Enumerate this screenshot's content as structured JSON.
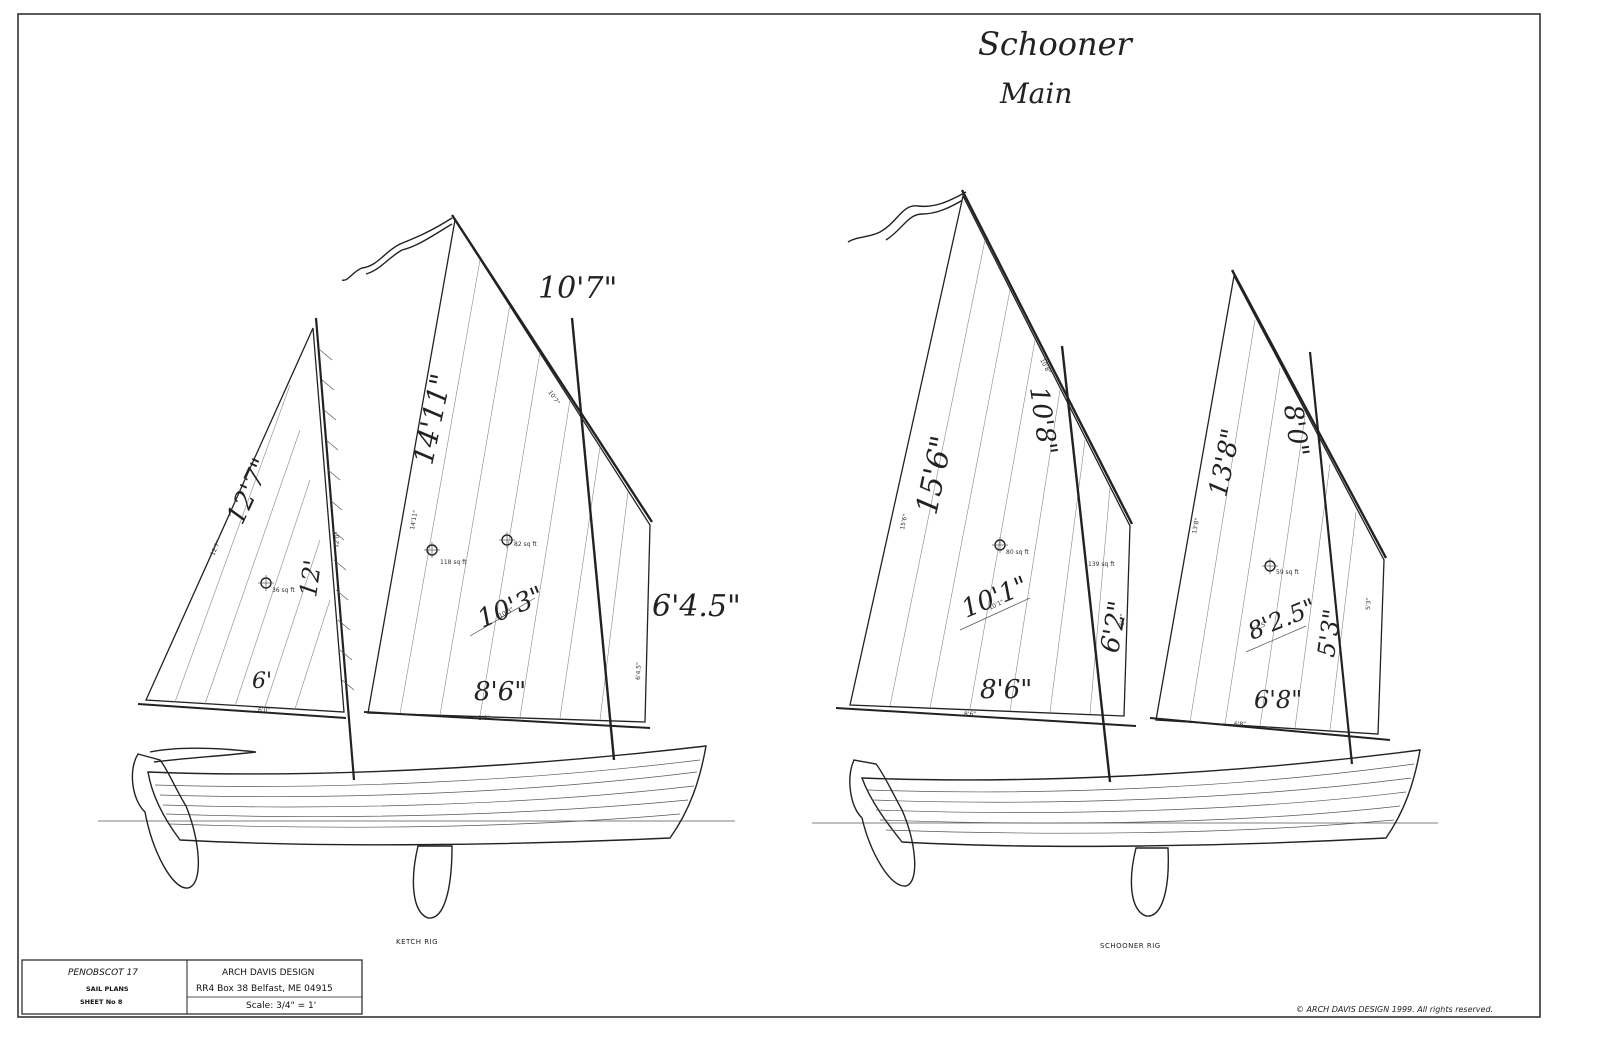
{
  "handwritten_title": [
    "Schooner",
    "Main"
  ],
  "ketch": {
    "caption": "KETCH RIG",
    "mizzen": {
      "luff_note": "12'7\"",
      "leech_note": "12'",
      "foot_note": "6'",
      "luff_small": "12'7\"",
      "leech_small": "12'0\"",
      "foot_small": "6'0\"",
      "area": "36 sq ft"
    },
    "main": {
      "luff_note": "14'11\"",
      "head_note": "10'7\"",
      "leech_note": "6'4.5\"",
      "diag_note": "10'3\"",
      "foot_note": "8'6\"",
      "luff_small": "14'11\"",
      "head_small": "10'7\"",
      "leech_small": "6'4.5\"",
      "diag_small": "10'3\"",
      "foot_small": "8'6\"",
      "area": "118 sq ft",
      "total_area": "82 sq ft"
    }
  },
  "schooner": {
    "caption": "SCHOONER RIG",
    "main": {
      "luff_note": "15'6\"",
      "head_note": "10'8\"",
      "leech_note": "6'2\"",
      "diag_note": "10'1\"",
      "foot_note": "8'6\"",
      "luff_small": "15'6\"",
      "head_small": "10'8\"",
      "leech_small": "6'2\"",
      "diag_small": "10'1\"",
      "foot_small": "8'6\"",
      "area": "80 sq ft",
      "total_area": "139 sq ft"
    },
    "fore": {
      "luff_note": "13'8\"",
      "head_note": "8'0\"",
      "leech_note": "5'3\"",
      "diag_note": "8'2.5\"",
      "foot_note": "6'8\"",
      "luff_small": "13'8\"",
      "head_small": "8'0\"",
      "leech_small": "5'3\"",
      "diag_small": "8'2.5\"",
      "foot_small": "6'8\"",
      "area": "59 sq ft"
    }
  },
  "title_block": {
    "boat": "PENOBSCOT 17",
    "subtitle": "SAIL PLANS",
    "sheet": "SHEET No 8",
    "designer": "ARCH DAVIS DESIGN",
    "address": "RR4 Box 38   Belfast, ME 04915",
    "scale": "Scale: 3/4\" = 1'"
  },
  "copyright": "© ARCH DAVIS DESIGN 1999.  All rights reserved.",
  "colors": {
    "ink": "#222222",
    "paper": "#ffffff",
    "pencil": "#333333"
  }
}
